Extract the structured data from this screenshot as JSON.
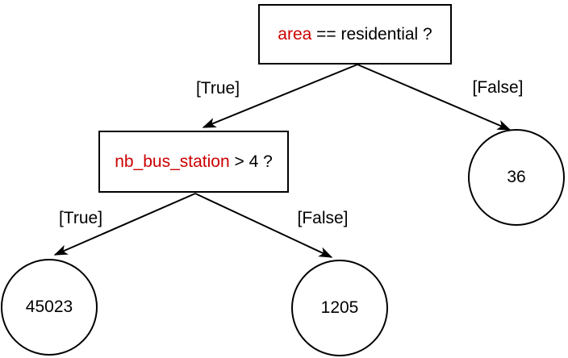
{
  "diagram": {
    "colors": {
      "background": "#ffffff",
      "line": "#000000",
      "keyword": "#cc0000"
    },
    "nodes": {
      "root": {
        "keyword": "area",
        "condition": " == residential ?"
      },
      "mid": {
        "keyword": "nb_bus_station",
        "condition": " > 4 ?"
      },
      "leaf_right": {
        "value": "36"
      },
      "leaf_left": {
        "value": "45023"
      },
      "leaf_mid": {
        "value": "1205"
      }
    },
    "edge_labels": {
      "root_true": "[True]",
      "root_false": "[False]",
      "mid_true": "[True]",
      "mid_false": "[False]"
    }
  }
}
